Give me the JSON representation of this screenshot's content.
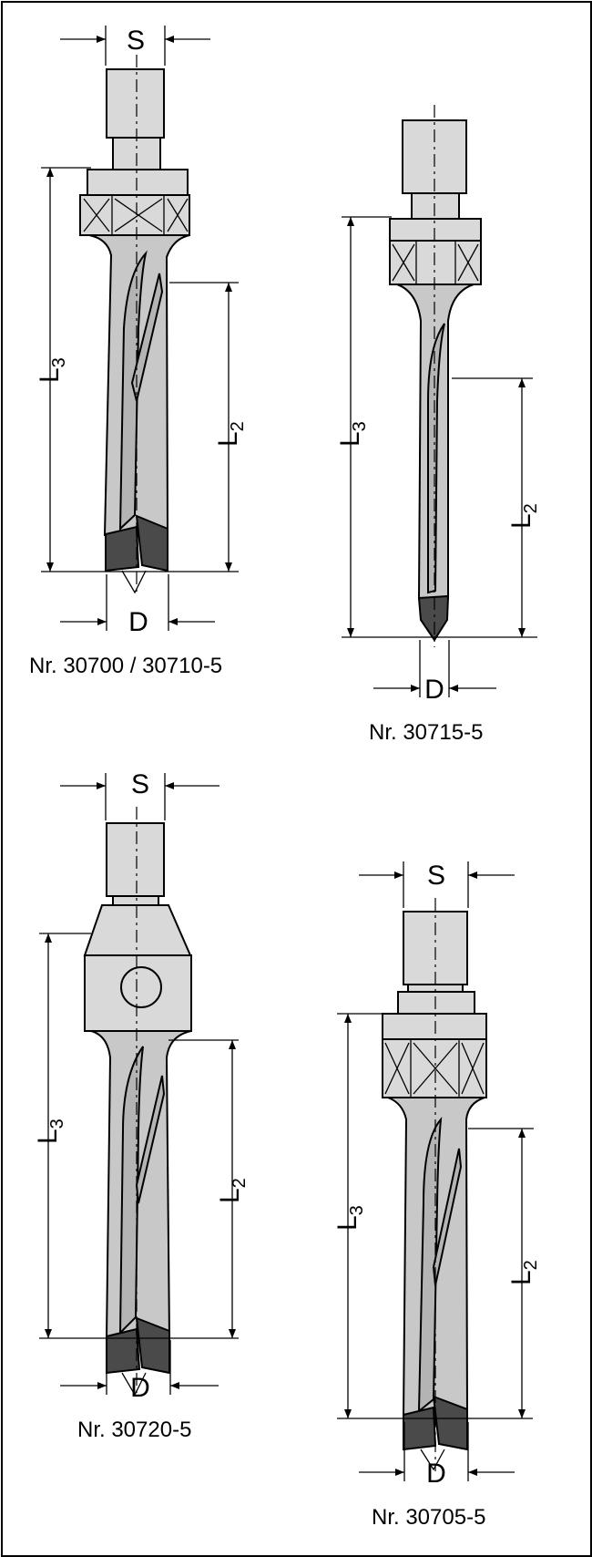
{
  "labels": {
    "s": "S",
    "d": "D",
    "l": "L",
    "sub2": "2",
    "sub3": "3"
  },
  "captions": {
    "tool1": "Nr. 30700 / 30710-5",
    "tool2": "Nr. 30715-5",
    "tool3": "Nr. 30720-5",
    "tool4": "Nr. 30705-5"
  },
  "colors": {
    "outline": "#000000",
    "body_fill": "#c8c8c8",
    "tip_fill": "#4a4a4a",
    "background": "#ffffff"
  }
}
